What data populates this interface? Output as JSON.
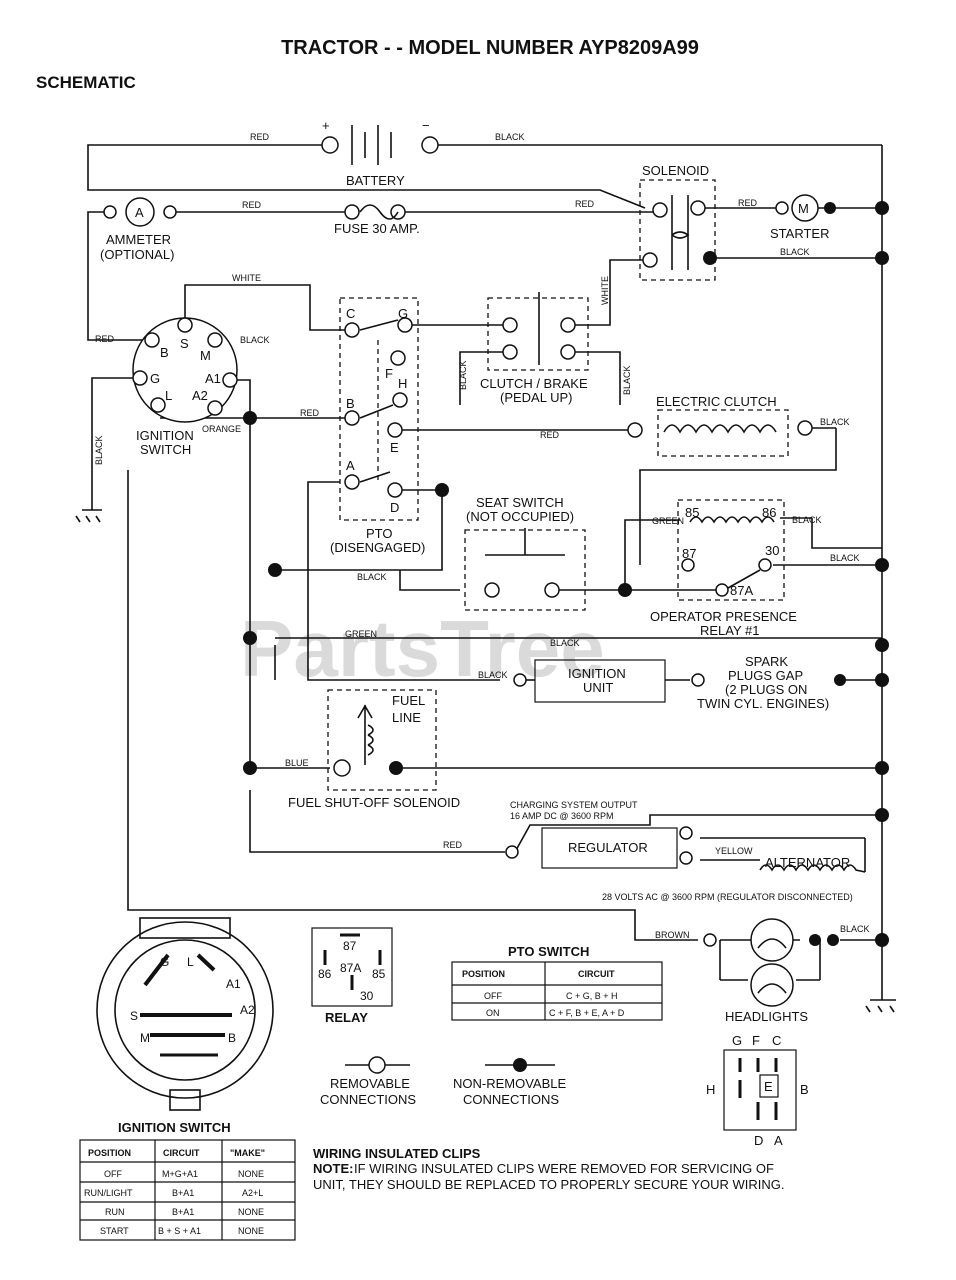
{
  "header": {
    "title": "TRACTOR - - MODEL NUMBER AYP8209A99",
    "section": "SCHEMATIC"
  },
  "watermark": "PartsTree",
  "wires": {
    "red": "RED",
    "black": "BLACK",
    "white": "WHITE",
    "orange": "ORANGE",
    "green": "GREEN",
    "blue": "BLUE",
    "brown": "BROWN",
    "yellow": "YELLOW"
  },
  "battery": {
    "label": "BATTERY",
    "plus": "+",
    "minus": "−"
  },
  "ammeter": {
    "symbol": "A",
    "label1": "AMMETER",
    "label2": "(OPTIONAL)"
  },
  "fuse": {
    "label": "FUSE 30 AMP."
  },
  "solenoid": {
    "label": "SOLENOID"
  },
  "starter": {
    "symbol": "M",
    "label": "STARTER"
  },
  "ignition_switch": {
    "label1": "IGNITION",
    "label2": "SWITCH",
    "terminals": {
      "b": "B",
      "s": "S",
      "m": "M",
      "g": "G",
      "l": "L",
      "a1": "A1",
      "a2": "A2"
    }
  },
  "pto": {
    "label1": "PTO",
    "label2": "(DISENGAGED)",
    "terminals": {
      "c": "C",
      "g": "G",
      "f": "F",
      "h": "H",
      "b": "B",
      "e": "E",
      "a": "A",
      "d": "D"
    }
  },
  "clutch_brake": {
    "label1": "CLUTCH / BRAKE",
    "label2": "(PEDAL UP)"
  },
  "electric_clutch": {
    "label": "ELECTRIC CLUTCH"
  },
  "seat_switch": {
    "label1": "SEAT SWITCH",
    "label2": "(NOT OCCUPIED)"
  },
  "relay_schematic": {
    "label1": "OPERATOR PRESENCE",
    "label2": "RELAY #1",
    "t85": "85",
    "t86": "86",
    "t87": "87",
    "t87a": "87A",
    "t30": "30"
  },
  "ignition_unit": {
    "label1": "IGNITION",
    "label2": "UNIT"
  },
  "spark_plugs": {
    "line1": "SPARK",
    "line2": "PLUGS GAP",
    "line3": "(2 PLUGS ON",
    "line4": "TWIN CYL. ENGINES)"
  },
  "fuel_solenoid": {
    "line1": "FUEL",
    "line2": "LINE",
    "label": "FUEL SHUT-OFF SOLENOID"
  },
  "charging": {
    "output1": "CHARGING SYSTEM OUTPUT",
    "output2": "16 AMP DC @ 3600 RPM",
    "regulator": "REGULATOR",
    "alternator": "ALTERNATOR",
    "ac_note": "28 VOLTS AC @ 3600 RPM (REGULATOR DISCONNECTED)"
  },
  "headlights": {
    "label": "HEADLIGHTS"
  },
  "relay_box": {
    "label": "RELAY",
    "t87": "87",
    "t86": "86",
    "t87a": "87A",
    "t85": "85",
    "t30": "30"
  },
  "pto_table": {
    "title": "PTO SWITCH",
    "headers": [
      "POSITION",
      "CIRCUIT"
    ],
    "rows": [
      [
        "OFF",
        "C + G, B + H"
      ],
      [
        "ON",
        "C + F, B + E, A + D"
      ]
    ]
  },
  "ign_face": {
    "g": "G",
    "l": "L",
    "a1": "A1",
    "s": "S",
    "a2": "A2",
    "m": "M",
    "b": "B"
  },
  "ign_table": {
    "title": "IGNITION SWITCH",
    "headers": [
      "POSITION",
      "CIRCUIT",
      "\"MAKE\""
    ],
    "rows": [
      [
        "OFF",
        "M+G+A1",
        "NONE"
      ],
      [
        "RUN/LIGHT",
        "B+A1",
        "A2+L"
      ],
      [
        "RUN",
        "B+A1",
        "NONE"
      ],
      [
        "START",
        "B + S + A1",
        "NONE"
      ]
    ]
  },
  "legend": {
    "removable1": "REMOVABLE",
    "removable2": "CONNECTIONS",
    "nonremovable1": "NON-REMOVABLE",
    "nonremovable2": "CONNECTIONS"
  },
  "connector": {
    "g": "G",
    "f": "F",
    "c": "C",
    "h": "H",
    "e": "E",
    "b": "B",
    "d": "D",
    "a": "A"
  },
  "note": {
    "title": "WIRING INSULATED CLIPS",
    "prefix": "NOTE:",
    "line1": " IF WIRING INSULATED CLIPS WERE REMOVED FOR SERVICING OF",
    "line2": "UNIT, THEY SHOULD BE REPLACED TO PROPERLY SECURE YOUR WIRING."
  }
}
